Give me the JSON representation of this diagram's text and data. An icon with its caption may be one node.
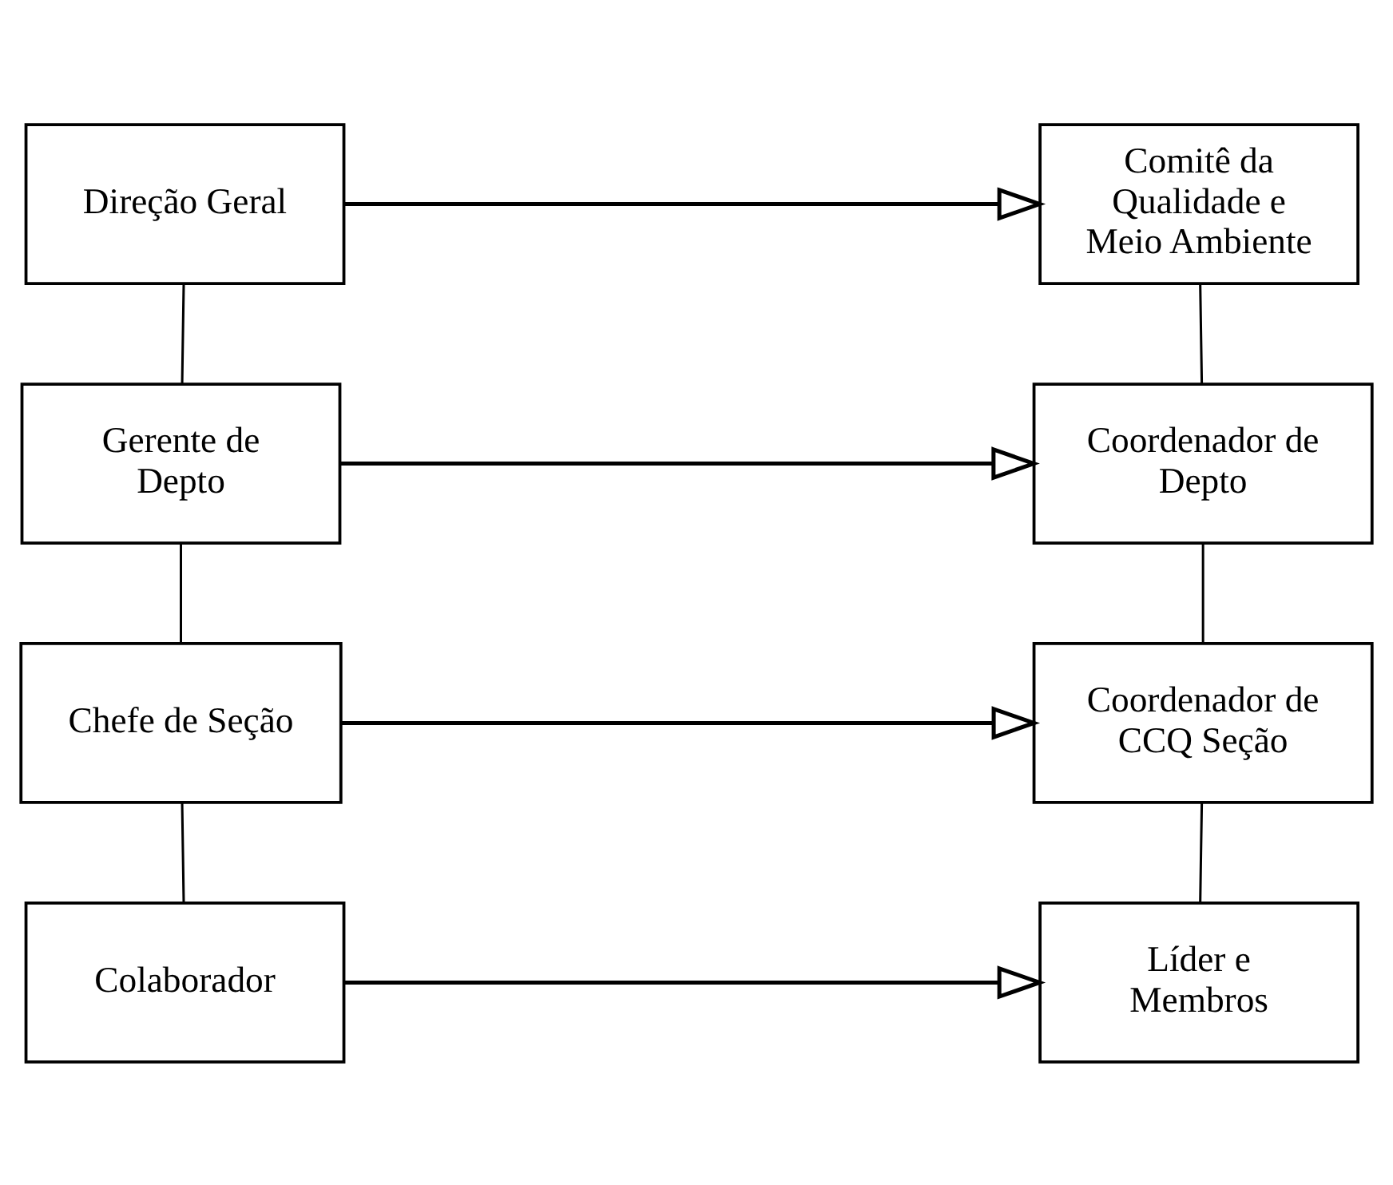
{
  "diagram": {
    "nodes": [
      {
        "text": [
          "Direção Geral"
        ]
      },
      {
        "text": [
          "Comitê da Qualidade e Meio Ambiente"
        ]
      },
      {
        "text": [
          "Gerente de Depto"
        ]
      },
      {
        "text": [
          "Coordenador de Depto"
        ]
      },
      {
        "text": [
          "Chefe de Seção"
        ]
      },
      {
        "text": [
          "Coordenador de CCQ Seção"
        ]
      },
      {
        "text": [
          "Colaborador"
        ]
      },
      {
        "text": [
          "Líder e Membros"
        ]
      }
    ],
    "edges": [
      {
        "from": 0,
        "to": 1,
        "arrow": "to"
      },
      {
        "from": 0,
        "to": 2,
        "arrow": "none"
      },
      {
        "from": 1,
        "to": 3,
        "arrow": "none"
      },
      {
        "from": 2,
        "to": 3,
        "arrow": "to"
      },
      {
        "from": 2,
        "to": 4,
        "arrow": "none"
      },
      {
        "from": 3,
        "to": 5,
        "arrow": "none"
      },
      {
        "from": 4,
        "to": 5,
        "arrow": "to"
      },
      {
        "from": 4,
        "to": 6,
        "arrow": "none"
      },
      {
        "from": 5,
        "to": 7,
        "arrow": "none"
      },
      {
        "from": 6,
        "to": 7,
        "arrow": "to"
      }
    ]
  }
}
